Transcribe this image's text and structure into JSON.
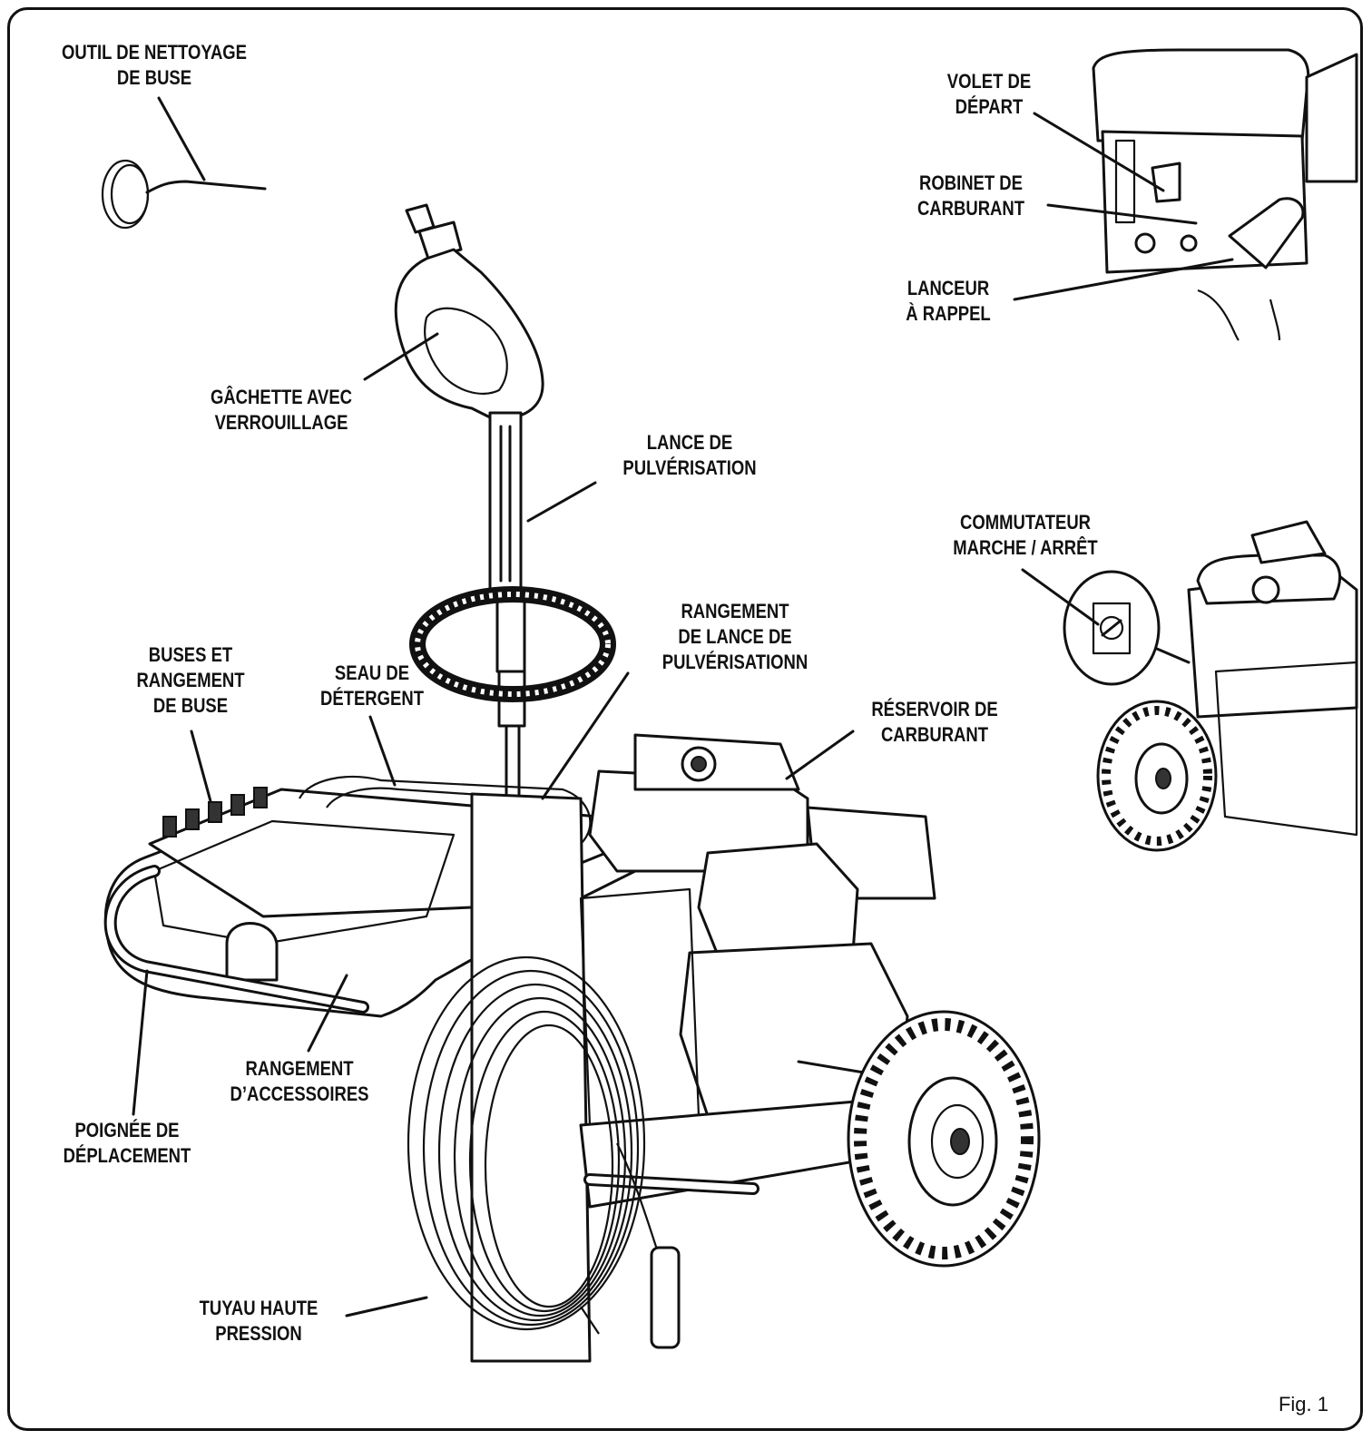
{
  "labels": {
    "nozzle_tool": [
      "OUTIL DE NETTOYAGE",
      "DE BUSE"
    ],
    "choke": [
      "VOLET DE",
      "DÉPART"
    ],
    "fuel_valve": [
      "ROBINET DE",
      "CARBURANT"
    ],
    "recoil": [
      "LANCEUR",
      "À RAPPEL"
    ],
    "trigger": [
      "GÂCHETTE AVEC",
      "VERROUILLAGE"
    ],
    "wand": [
      "LANCE DE",
      "PULVÉRISATION"
    ],
    "on_off": [
      "COMMUTATEUR",
      "MARCHE / ARRÊT"
    ],
    "wand_storage": [
      "RANGEMENT",
      "DE LANCE DE",
      "PULVÉRISATIONN"
    ],
    "nozzles": [
      "BUSES ET",
      "RANGEMENT",
      "DE BUSE"
    ],
    "bucket": [
      "SEAU DE",
      "DÉTERGENT"
    ],
    "fuel_tank": [
      "RÉSERVOIR DE",
      "CARBURANT"
    ],
    "accessory": [
      "RANGEMENT",
      "D’ACCESSOIRES"
    ],
    "handle": [
      "POIGNÉE DE",
      "DÉPLACEMENT"
    ],
    "hose": [
      "TUYAU HAUTE",
      "PRESSION"
    ]
  },
  "figure_label": "Fig. 1"
}
